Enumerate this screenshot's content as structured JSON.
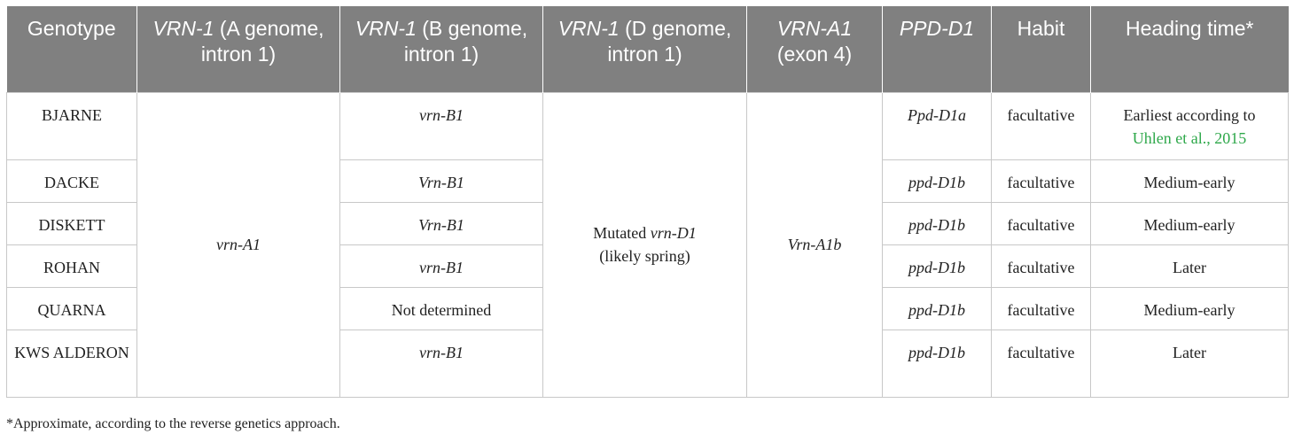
{
  "headers": [
    {
      "italic": "",
      "plain": "Genotype"
    },
    {
      "italic": "VRN-1",
      "plain": " (A genome, intron 1)"
    },
    {
      "italic": "VRN-1",
      "plain": " (B genome, intron 1)"
    },
    {
      "italic": "VRN-1",
      "plain": " (D genome, intron 1)"
    },
    {
      "italic": "VRN-A1",
      "plain": " (exon 4)"
    },
    {
      "italic": "PPD-D1",
      "plain": ""
    },
    {
      "italic": "",
      "plain": "Habit"
    },
    {
      "italic": "",
      "plain": "Heading time*"
    }
  ],
  "merged": {
    "vrn_a": "vrn-A1",
    "vrn_d_prefix": "Mutated ",
    "vrn_d_italic": "vrn-D1",
    "vrn_d_suffix": "(likely spring)",
    "vrn_a_exon4": "Vrn-A1b"
  },
  "rows": [
    {
      "genotype": "BJARNE",
      "vrn_b": "vrn-B1",
      "ppd": "Ppd-D1a",
      "habit": "facultative",
      "heading": "Earliest according to",
      "heading_link": "Uhlen et al., 2015"
    },
    {
      "genotype": "DACKE",
      "vrn_b": "Vrn-B1",
      "ppd": "ppd-D1b",
      "habit": "facultative",
      "heading": "Medium-early"
    },
    {
      "genotype": "DISKETT",
      "vrn_b": "Vrn-B1",
      "ppd": "ppd-D1b",
      "habit": "facultative",
      "heading": "Medium-early"
    },
    {
      "genotype": "ROHAN",
      "vrn_b": "vrn-B1",
      "ppd": "ppd-D1b",
      "habit": "facultative",
      "heading": "Later"
    },
    {
      "genotype": "QUARNA",
      "vrn_b": "Not determined",
      "ppd": "ppd-D1b",
      "habit": "facultative",
      "heading": "Medium-early"
    },
    {
      "genotype": "KWS ALDERON",
      "vrn_b": "vrn-B1",
      "ppd": "ppd-D1b",
      "habit": "facultative",
      "heading": "Later"
    }
  ],
  "footnote": "*Approximate, according to the reverse genetics approach."
}
